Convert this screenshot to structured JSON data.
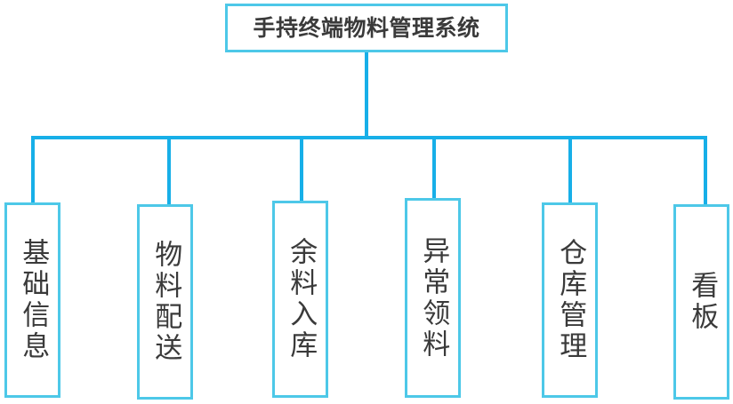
{
  "diagram": {
    "type": "organization-tree",
    "orientation": "top-down",
    "title": "手持终端物料管理系统",
    "root": {
      "id": "root",
      "label": "手持终端物料管理系统",
      "text_direction": "horizontal"
    },
    "children": [
      {
        "id": "node-1",
        "label": "基础信息",
        "text_direction": "vertical"
      },
      {
        "id": "node-2",
        "label": "物料配送",
        "text_direction": "vertical"
      },
      {
        "id": "node-3",
        "label": "余料入库",
        "text_direction": "vertical"
      },
      {
        "id": "node-4",
        "label": "异常领料",
        "text_direction": "vertical"
      },
      {
        "id": "node-5",
        "label": "仓库管理",
        "text_direction": "vertical"
      },
      {
        "id": "node-6",
        "label": "看板",
        "text_direction": "vertical"
      }
    ],
    "colors": {
      "node_border": "#4dc8e8",
      "connector": "#17afe8",
      "text": "#3a3a3a",
      "background": "#ffffff"
    }
  }
}
